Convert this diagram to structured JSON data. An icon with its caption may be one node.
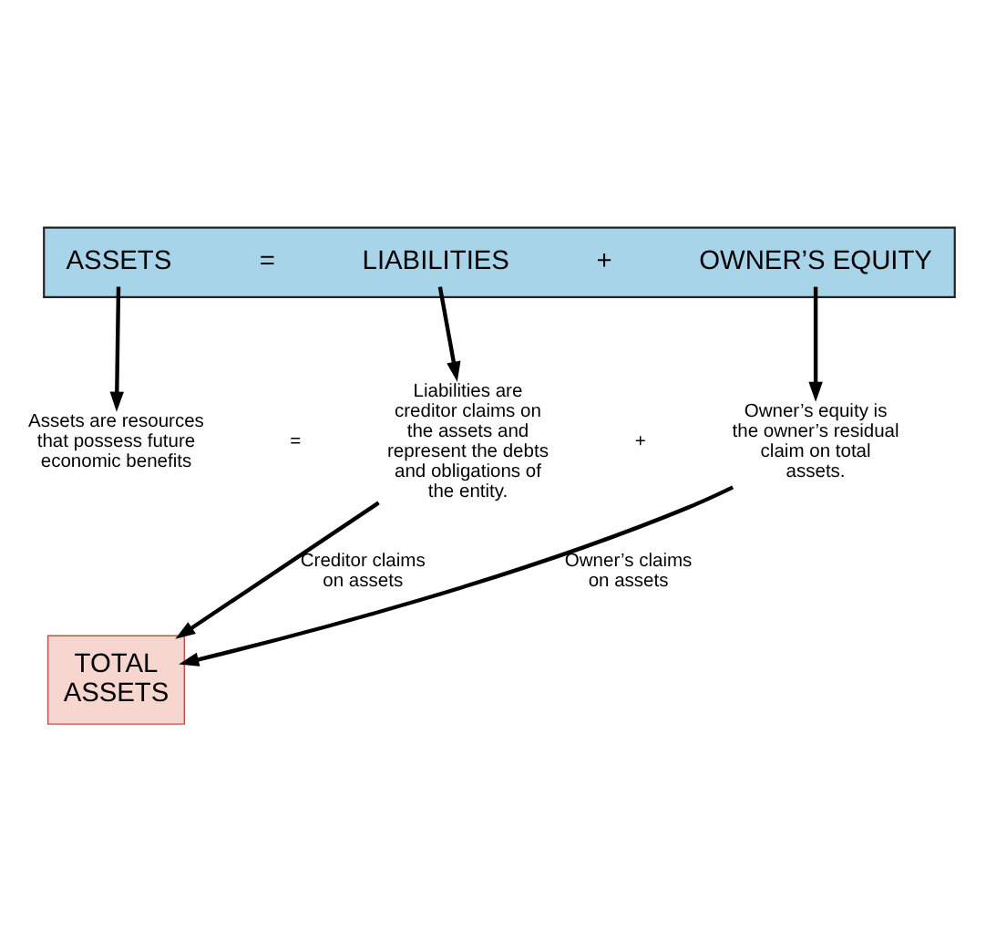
{
  "diagram": {
    "nodes": [
      {
        "text": [],
        "shape": "bar"
      },
      {
        "text": [
          "ASSETS"
        ],
        "in": 0
      },
      {
        "text": [
          "LIABILITIES"
        ],
        "in": 0
      },
      {
        "text": [
          "OWNER’S EQUITY"
        ],
        "in": 0
      },
      {
        "text": [
          "Assets are resources that possess future economic benefits"
        ]
      },
      {
        "text": [
          "Liabilities are creditor claims on the assets and represent the debts and obligations of the entity."
        ]
      },
      {
        "text": [
          "Owner’s equity is the owner’s residual claim on total assets."
        ]
      },
      {
        "text": [
          "TOTAL",
          "ASSETS"
        ]
      }
    ],
    "edges": [
      {
        "from": 1,
        "to": 4,
        "arrow": "to"
      },
      {
        "from": 2,
        "to": 5,
        "arrow": "to"
      },
      {
        "from": 3,
        "to": 6,
        "arrow": "to"
      },
      {
        "from": 5,
        "to": 7,
        "arrow": "to",
        "label": "Creditor claims on assets"
      },
      {
        "from": 6,
        "to": 7,
        "arrow": "to",
        "label": "Owner’s claims on assets"
      }
    ],
    "labels": [
      "=",
      "+",
      "=",
      "+"
    ]
  }
}
